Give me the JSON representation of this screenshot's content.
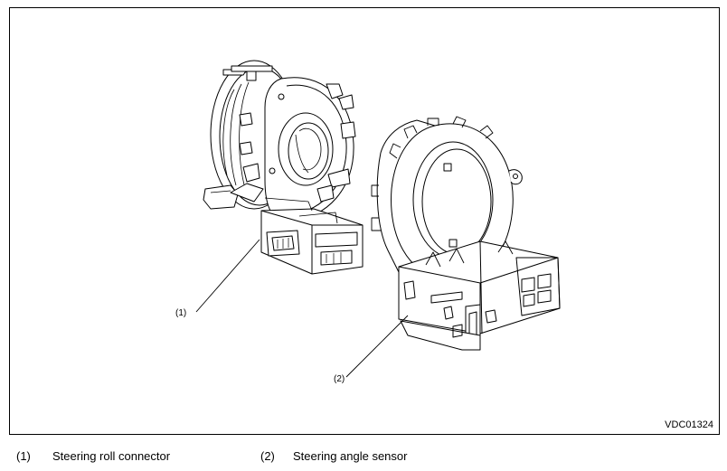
{
  "figure": {
    "callouts": [
      {
        "id": "1",
        "label": "(1)"
      },
      {
        "id": "2",
        "label": "(2)"
      }
    ],
    "figure_id": "VDC01324"
  },
  "legend": [
    {
      "num": "(1)",
      "text": "Steering roll connector"
    },
    {
      "num": "(2)",
      "text": "Steering angle sensor"
    }
  ],
  "colors": {
    "line": "#000000",
    "background": "#ffffff",
    "shade": "#e6e6e6"
  }
}
